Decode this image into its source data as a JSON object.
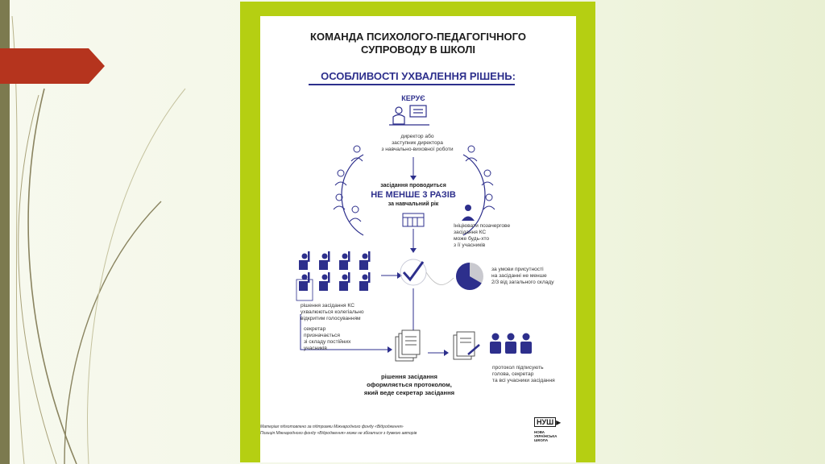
{
  "poster": {
    "title_line1": "КОМАНДА ПСИХОЛОГО-ПЕДАГОГІЧНОГО",
    "title_line2": "СУПРОВОДУ В ШКОЛІ",
    "subtitle": "ОСОБЛИВОСТІ УХВАЛЕННЯ РІШЕНЬ:"
  },
  "leader": {
    "heading": "КЕРУЄ",
    "line1": "директор або",
    "line2": "заступник директора",
    "line3": "з навчально-виховної роботи"
  },
  "meeting": {
    "line1": "засідання проводиться",
    "line2": "НЕ МЕНШЕ 3 РАЗІВ",
    "line3": "за навчальний рік"
  },
  "extra_meeting": {
    "line1": "Ініціювати позачергове",
    "line2": "засідання КС",
    "line3": "може будь-хто",
    "line4": "з її учасників"
  },
  "voting": {
    "line1": "рішення засідання КС",
    "line2": "ухвалюються колегіально",
    "line3": "відкритим голосуванням"
  },
  "quorum": {
    "line1": "за умови присутності",
    "line2": "на засіданні не менше",
    "line3": "2/3 від загального складу",
    "fraction": 0.667
  },
  "secretary": {
    "line1": "секретар",
    "line2": "призначається",
    "line3": "зі складу постійних",
    "line4": "учасників"
  },
  "protocol": {
    "line1": "рішення засідання",
    "line2": "оформляється протоколом,",
    "line3": "який веде секретар засідання"
  },
  "signing": {
    "line1": "протокол підписують",
    "line2": "голова, секретар",
    "line3": "та всі учасники засідання"
  },
  "footer": {
    "line1": "Матеріал підготовлено за підтримки Міжнародного фонду «Відродження»",
    "line2": "Позиція Міжнародного фонду «Відродження» може не збігатися з думкою авторів"
  },
  "logo": {
    "mark": "НУШ",
    "line1": "НОВА",
    "line2": "УКРАЇНСЬКА",
    "line3": "ШКОЛА"
  },
  "colors": {
    "frame": "#b5cf12",
    "accent": "#2d2f8c",
    "tab": "#b5341e"
  }
}
